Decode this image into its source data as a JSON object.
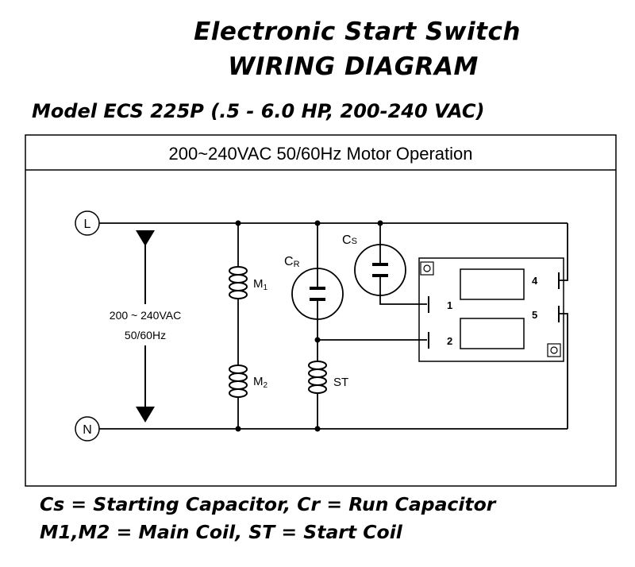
{
  "title_line1": "Electronic Start Switch",
  "title_line2": "WIRING DIAGRAM",
  "model": "Model ECS 225P (.5 - 6.0 HP, 200-240 VAC)",
  "box_header": "200~240VAC 50/60Hz Motor Operation",
  "terminals": {
    "line": "L",
    "neutral": "N"
  },
  "voltage_label": {
    "line1": "200 ~ 240VAC",
    "line2": "50/60Hz"
  },
  "components": {
    "m1": {
      "prefix": "M",
      "sub": "1"
    },
    "m2": {
      "prefix": "M",
      "sub": "2"
    },
    "st": "ST",
    "cr": {
      "prefix": "C",
      "sub": "R"
    },
    "cs": {
      "prefix": "C",
      "sub": "S"
    }
  },
  "switch_pins": [
    "1",
    "2",
    "4",
    "5"
  ],
  "legend": {
    "line1": "Cs = Starting Capacitor, Cr = Run Capacitor",
    "line2": "M1,M2 = Main Coil, ST = Start Coil"
  }
}
